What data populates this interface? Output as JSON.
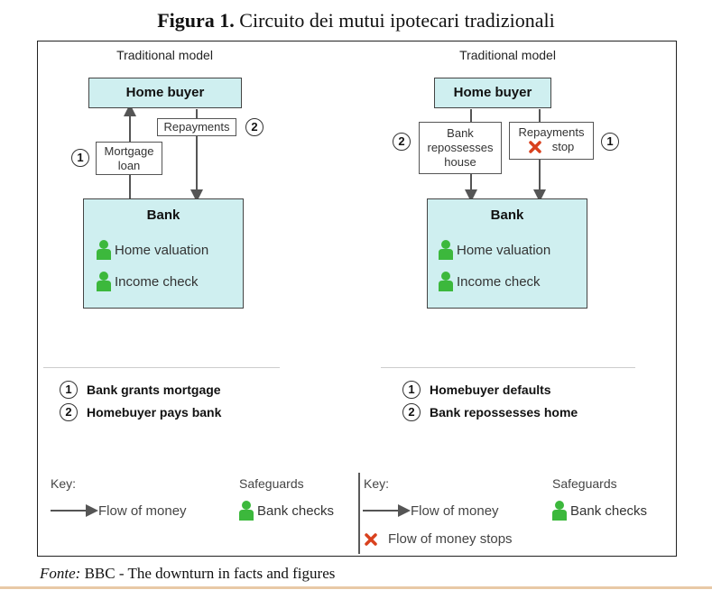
{
  "figure": {
    "title_bold": "Figura 1.",
    "title_rest": " Circuito dei mutui ipotecari tradizionali",
    "source_label": "Fonte:",
    "source_text": " BBC - The downturn in facts and figures"
  },
  "left_panel": {
    "title": "Traditional model",
    "home_buyer": "Home buyer",
    "bank": "Bank",
    "step1_num": "1",
    "step1_line1": "Mortgage",
    "step1_line2": "loan",
    "step2_num": "2",
    "step2_text": "Repayments",
    "checks": [
      "Home valuation",
      "Income check"
    ],
    "legend": [
      {
        "num": "1",
        "text": "Bank grants mortgage"
      },
      {
        "num": "2",
        "text": "Homebuyer pays bank"
      }
    ],
    "key_label": "Key:",
    "key_flow": "Flow of money",
    "safeguards_label": "Safeguards",
    "safeguards_item": "Bank checks"
  },
  "right_panel": {
    "title": "Traditional model",
    "home_buyer": "Home buyer",
    "bank": "Bank",
    "step2_num": "2",
    "step2_line1": "Bank",
    "step2_line2": "repossesses",
    "step2_line3": "house",
    "step1_num": "1",
    "step1_line1": "Repayments",
    "step1_line2": "stop",
    "checks": [
      "Home valuation",
      "Income check"
    ],
    "legend": [
      {
        "num": "1",
        "text": "Homebuyer defaults"
      },
      {
        "num": "2",
        "text": "Bank repossesses home"
      }
    ],
    "key_label": "Key:",
    "key_flow": "Flow of money",
    "key_stop": "Flow of money stops",
    "safeguards_label": "Safeguards",
    "safeguards_item": "Bank checks"
  },
  "colors": {
    "box_fill": "#cfeff0",
    "check_icon": "#3cb83c",
    "stop_icon": "#d9411e",
    "arrow": "#555555"
  }
}
